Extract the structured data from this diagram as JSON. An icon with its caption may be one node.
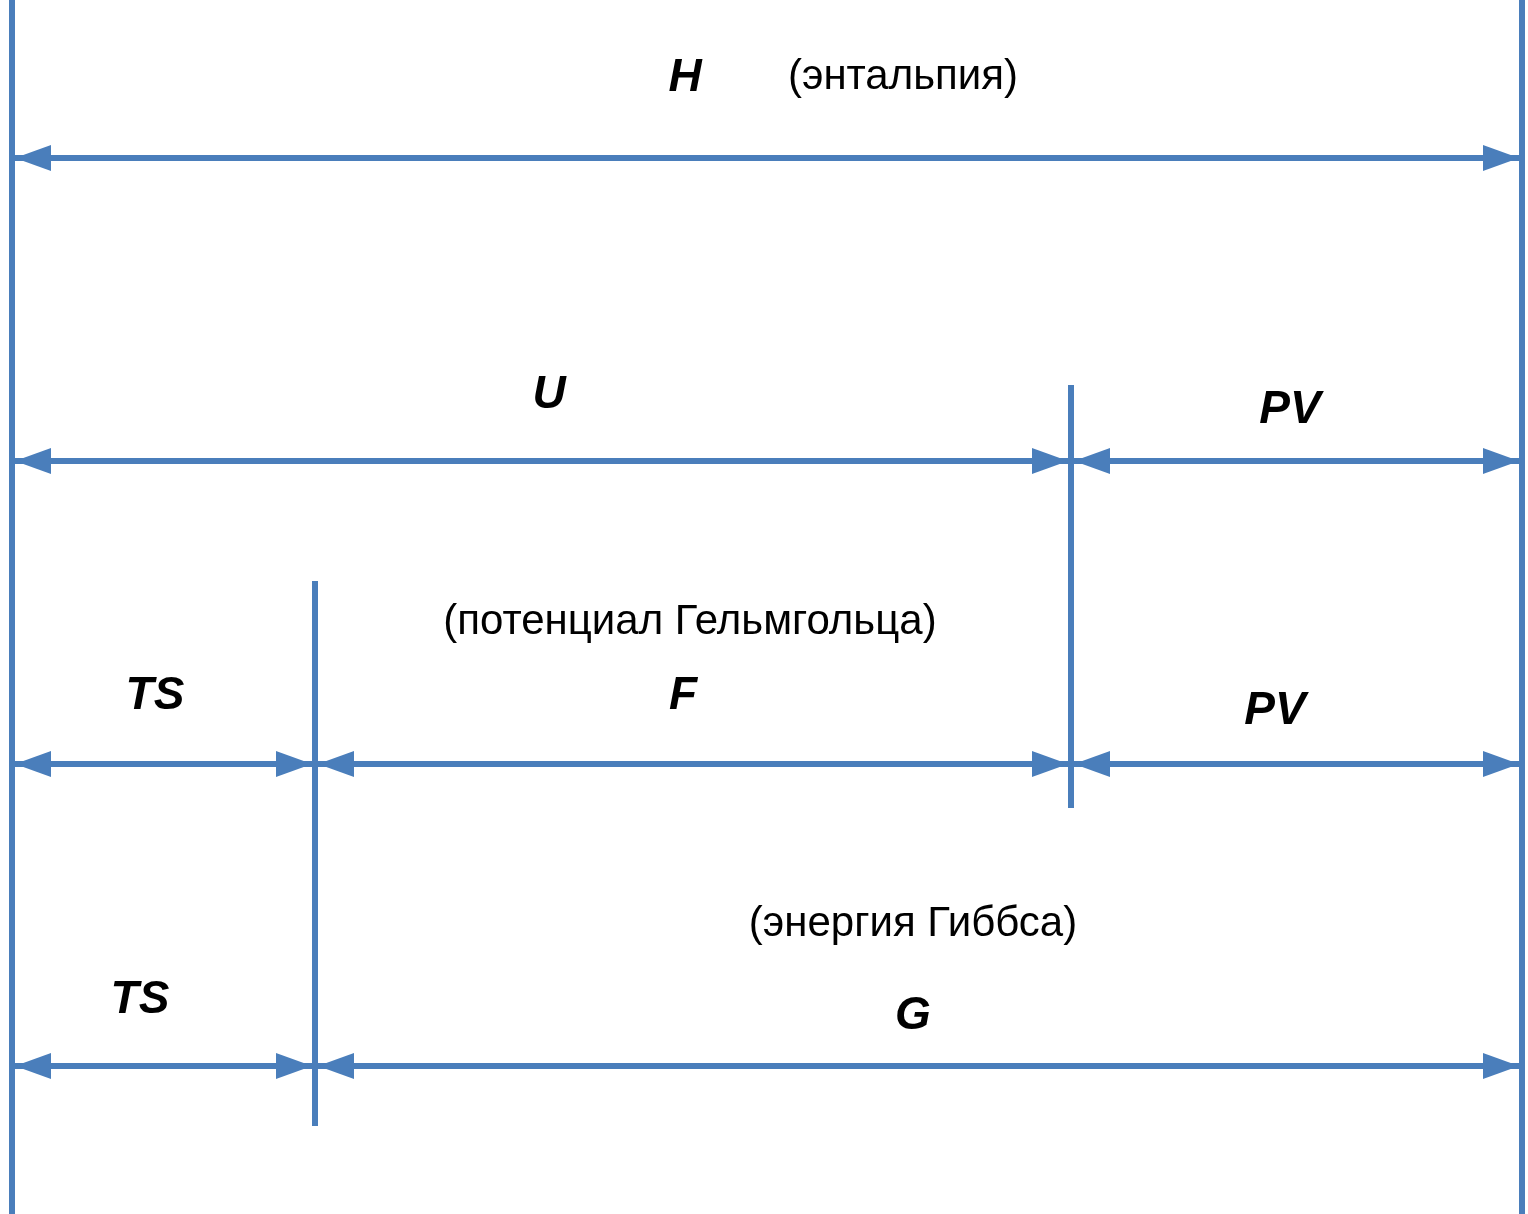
{
  "diagram": {
    "labels": [
      "H",
      "(энтальпия)",
      "U",
      "PV",
      "(потенциал Гельмгольца)",
      "TS",
      "F",
      "PV",
      "(энергия Гиббса)",
      "TS",
      "G"
    ]
  }
}
